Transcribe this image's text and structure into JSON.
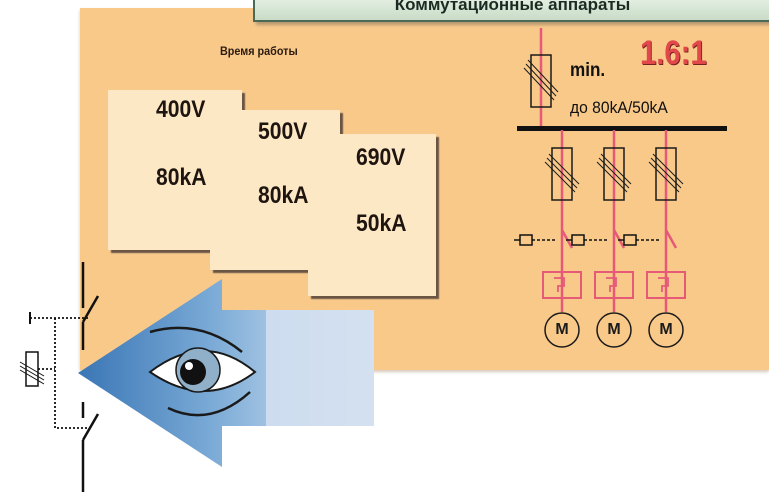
{
  "panel": {
    "title": "Коммутационные аппараты",
    "work_time_label": "Время работы"
  },
  "cards": [
    {
      "voltage": "400V",
      "current": "80kA"
    },
    {
      "voltage": "500V",
      "current": "80kA"
    },
    {
      "voltage": "690V",
      "current": "50kA"
    }
  ],
  "selectivity": {
    "min_label": "min.",
    "ratio": "1.6:1",
    "range": "до 80kA/50kA"
  },
  "motors": [
    {
      "label": "M"
    },
    {
      "label": "M"
    },
    {
      "label": "M"
    }
  ],
  "colors": {
    "panel": "#f9c98a",
    "card": "#fde8c6",
    "ratio": "#e0484a",
    "fuse": "#e65a78",
    "arrow": "#3a76b5",
    "title_bar": "#d5e7d3"
  },
  "icons": [
    "fuse-icon",
    "contactor-icon",
    "relay-icon",
    "motor-icon",
    "eye-icon",
    "arrow-icon",
    "disconnector-icon"
  ]
}
